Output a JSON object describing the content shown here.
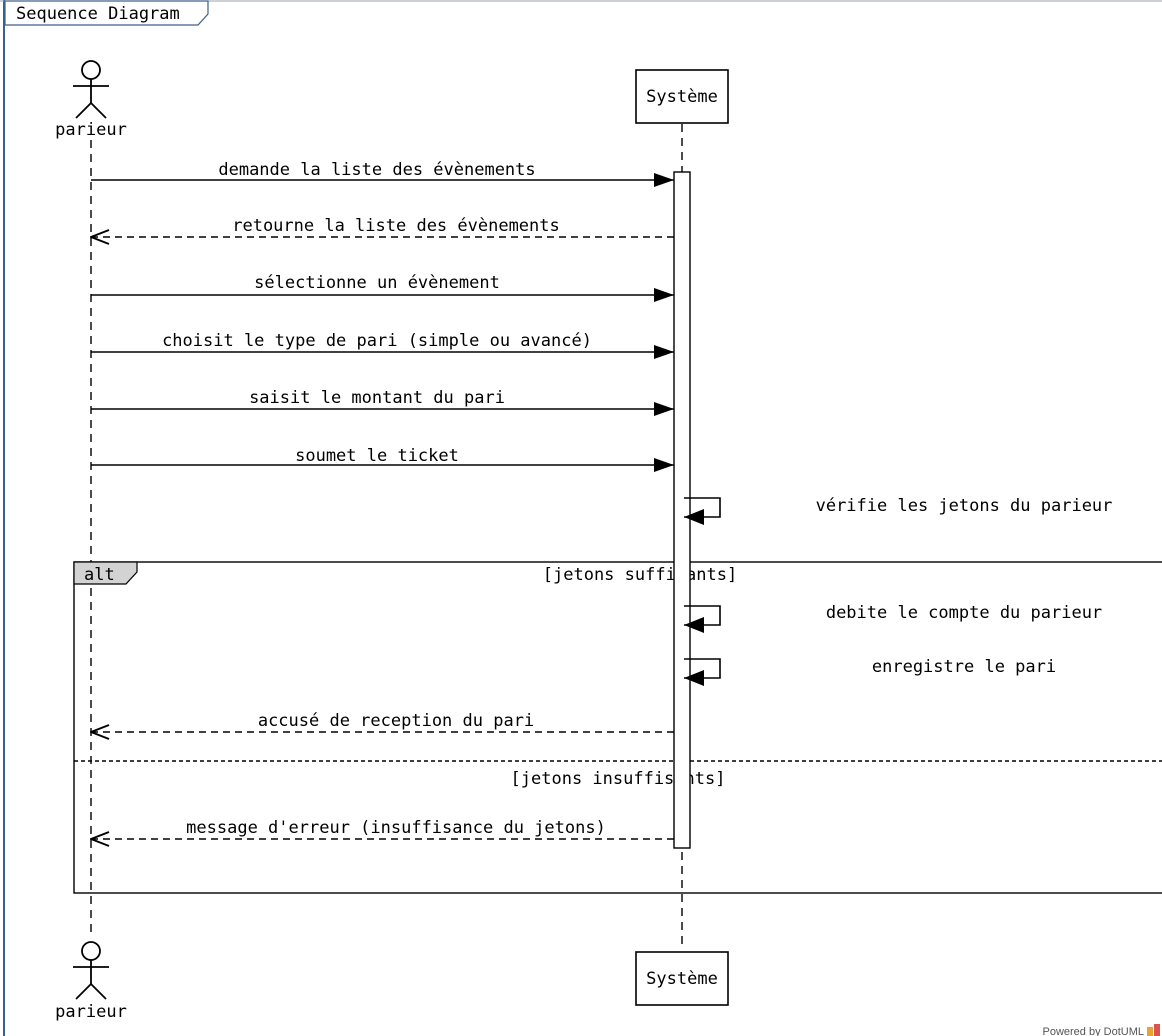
{
  "frame": {
    "title": "Sequence Diagram"
  },
  "participants": {
    "actor": {
      "label": "parieur"
    },
    "system": {
      "label": "Système"
    }
  },
  "messages": [
    {
      "label": "demande la liste des évènements"
    },
    {
      "label": "retourne la liste des évènements"
    },
    {
      "label": "sélectionne un évènement"
    },
    {
      "label": "choisit le type de pari (simple ou avancé)"
    },
    {
      "label": "saisit le montant du pari"
    },
    {
      "label": "soumet le ticket"
    },
    {
      "label": "vérifie les jetons du parieur"
    }
  ],
  "alt": {
    "operator": "alt",
    "branches": [
      {
        "guard": "[jetons suffisants]",
        "messages": [
          {
            "label": "debite le compte du parieur"
          },
          {
            "label": "enregistre le pari"
          },
          {
            "label": "accusé de reception du pari"
          }
        ]
      },
      {
        "guard": "[jetons insuffisants]",
        "messages": [
          {
            "label": "message d'erreur (insuffisance du jetons)"
          }
        ]
      }
    ]
  },
  "footer": {
    "powered_by": "Powered by DotUML"
  },
  "colors": {
    "line": "#000000",
    "alt_tab_fill": "#d3d3d3",
    "frame_border": "#9aa3b0",
    "left_rule": "#3c5f8c",
    "footer_text": "#555555"
  }
}
